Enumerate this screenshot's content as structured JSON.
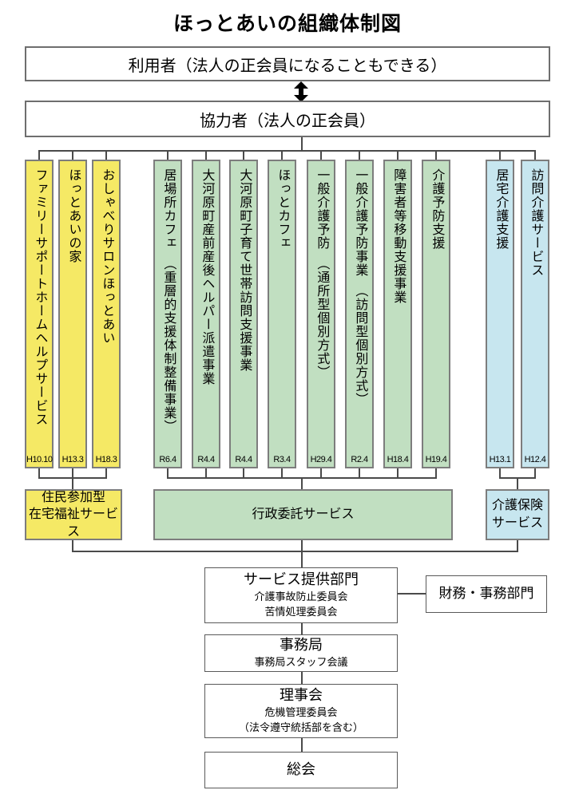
{
  "title": "ほっとあいの組織体制図",
  "top_boxes": {
    "users": "利用者（法人の正会員になることもできる）",
    "supporters": "協力者（法人の正会員）"
  },
  "columns": [
    {
      "label": "ファミリーサポートホームヘルプサービス",
      "date": "H10.10",
      "group": "yellow"
    },
    {
      "label": "ほっとあいの家",
      "date": "H13.3",
      "group": "yellow"
    },
    {
      "label": "おしゃべりサロンほっとあい",
      "date": "H18.3",
      "group": "yellow"
    },
    {
      "label": "居場所カフェ　（重層的支援体制整備事業）",
      "date": "R6.4",
      "group": "green"
    },
    {
      "label": "大河原町産前産後ヘルパー派遣事業",
      "date": "R4.4",
      "group": "green"
    },
    {
      "label": "大河原町子育て世帯訪問支援事業",
      "date": "R4.4",
      "group": "green"
    },
    {
      "label": "ほっとカフェ",
      "date": "R3.4",
      "group": "green"
    },
    {
      "label": "一般介護予防　（通所型個別方式）",
      "date": "H29.4",
      "group": "green"
    },
    {
      "label": "一般介護予防事業　（訪問型個別方式）",
      "date": "R2.4",
      "group": "green"
    },
    {
      "label": "障害者等移動支援事業",
      "date": "H18.4",
      "group": "green"
    },
    {
      "label": "介護予防支援",
      "date": "H19.4",
      "group": "green"
    },
    {
      "label": "居宅介護支援",
      "date": "H13.1",
      "group": "blue"
    },
    {
      "label": "訪問介護サービス",
      "date": "H12.4",
      "group": "blue"
    }
  ],
  "group_boxes": {
    "yellow": {
      "line1": "住民参加型",
      "line2": "在宅福祉サービス"
    },
    "green": {
      "line1": "行政委託サービス"
    },
    "blue": {
      "line1": "介護保険",
      "line2": "サービス"
    }
  },
  "bottom_boxes": {
    "service_dept": {
      "title": "サービス提供部門",
      "sub1": "介護事故防止委員会",
      "sub2": "苦情処理委員会"
    },
    "finance_dept": {
      "title": "財務・事務部門"
    },
    "secretariat": {
      "title": "事務局",
      "sub1": "事務局スタッフ会議"
    },
    "board": {
      "title": "理事会",
      "sub1": "危機管理委員会",
      "sub2": "（法令遵守統括部を含む）"
    },
    "general_meeting": {
      "title": "総会"
    }
  },
  "colors": {
    "yellow": "#F5E965",
    "green": "#C1DFC1",
    "blue": "#C7E6EF",
    "line": "#4a4a4a",
    "border": "#7d7d7d"
  }
}
